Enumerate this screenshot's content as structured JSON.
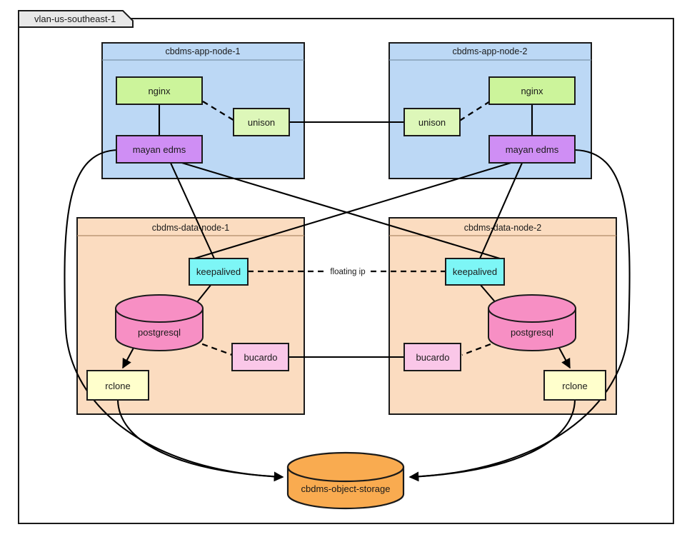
{
  "diagram": {
    "title": "vlan-us-southeast-1",
    "vlan": {
      "label": "vlan-us-southeast-1",
      "tab_fill": "#e8e8e8",
      "border": "#1a1a1a"
    },
    "colors": {
      "app_node_fill": "#bcd8f5",
      "data_node_fill": "#fbdcc0",
      "nginx_fill": "#ccf49b",
      "unison_fill": "#ddf7b9",
      "mayan_fill": "#cf8ef4",
      "keepalived_fill": "#7df6f6",
      "postgresql_fill": "#f78fc4",
      "bucardo_fill": "#fac7e8",
      "rclone_fill": "#ffffcc",
      "object_storage_fill": "#f9ab50",
      "stroke": "#1a1a1a",
      "link": "#000000"
    },
    "groups": [
      {
        "id": "app-node-1",
        "label": "cbdms-app-node-1",
        "kind": "app"
      },
      {
        "id": "app-node-2",
        "label": "cbdms-app-node-2",
        "kind": "app"
      },
      {
        "id": "data-node-1",
        "label": "cbdms-data-node-1",
        "kind": "data"
      },
      {
        "id": "data-node-2",
        "label": "cbdms-data-node-2",
        "kind": "data"
      }
    ],
    "nodes": [
      {
        "id": "nginx-1",
        "label": "nginx",
        "group": "app-node-1",
        "shape": "box"
      },
      {
        "id": "unison-1",
        "label": "unison",
        "group": "app-node-1",
        "shape": "box"
      },
      {
        "id": "mayan-edms-1",
        "label": "mayan edms",
        "group": "app-node-1",
        "shape": "box"
      },
      {
        "id": "nginx-2",
        "label": "nginx",
        "group": "app-node-2",
        "shape": "box"
      },
      {
        "id": "unison-2",
        "label": "unison",
        "group": "app-node-2",
        "shape": "box"
      },
      {
        "id": "mayan-edms-2",
        "label": "mayan edms",
        "group": "app-node-2",
        "shape": "box"
      },
      {
        "id": "keepalived-1",
        "label": "keepalived",
        "group": "data-node-1",
        "shape": "box"
      },
      {
        "id": "postgresql-1",
        "label": "postgresql",
        "group": "data-node-1",
        "shape": "cylinder"
      },
      {
        "id": "bucardo-1",
        "label": "bucardo",
        "group": "data-node-1",
        "shape": "box"
      },
      {
        "id": "rclone-1",
        "label": "rclone",
        "group": "data-node-1",
        "shape": "box"
      },
      {
        "id": "keepalived-2",
        "label": "keepalived",
        "group": "data-node-2",
        "shape": "box"
      },
      {
        "id": "postgresql-2",
        "label": "postgresql",
        "group": "data-node-2",
        "shape": "cylinder"
      },
      {
        "id": "bucardo-2",
        "label": "bucardo",
        "group": "data-node-2",
        "shape": "box"
      },
      {
        "id": "rclone-2",
        "label": "rclone",
        "group": "data-node-2",
        "shape": "box"
      },
      {
        "id": "object-storage",
        "label": "cbdms-object-storage",
        "group": null,
        "shape": "cylinder"
      }
    ],
    "edges": [
      {
        "from": "nginx-1",
        "to": "mayan-edms-1",
        "style": "solid",
        "label": ""
      },
      {
        "from": "nginx-1",
        "to": "unison-1",
        "style": "dashed",
        "label": ""
      },
      {
        "from": "nginx-2",
        "to": "mayan-edms-2",
        "style": "solid",
        "label": ""
      },
      {
        "from": "nginx-2",
        "to": "unison-2",
        "style": "dashed",
        "label": ""
      },
      {
        "from": "unison-1",
        "to": "unison-2",
        "style": "solid",
        "label": ""
      },
      {
        "from": "mayan-edms-1",
        "to": "keepalived-1",
        "style": "solid",
        "label": ""
      },
      {
        "from": "mayan-edms-1",
        "to": "keepalived-2",
        "style": "solid",
        "label": ""
      },
      {
        "from": "mayan-edms-2",
        "to": "keepalived-1",
        "style": "solid",
        "label": ""
      },
      {
        "from": "mayan-edms-2",
        "to": "keepalived-2",
        "style": "solid",
        "label": ""
      },
      {
        "from": "keepalived-1",
        "to": "keepalived-2",
        "style": "dashed",
        "label": "floating ip"
      },
      {
        "from": "keepalived-1",
        "to": "postgresql-1",
        "style": "solid",
        "label": ""
      },
      {
        "from": "keepalived-2",
        "to": "postgresql-2",
        "style": "solid",
        "label": ""
      },
      {
        "from": "postgresql-1",
        "to": "bucardo-1",
        "style": "dashed",
        "label": ""
      },
      {
        "from": "postgresql-2",
        "to": "bucardo-2",
        "style": "dashed",
        "label": ""
      },
      {
        "from": "bucardo-1",
        "to": "bucardo-2",
        "style": "solid",
        "label": ""
      },
      {
        "from": "postgresql-1",
        "to": "rclone-1",
        "style": "arrow",
        "label": ""
      },
      {
        "from": "postgresql-2",
        "to": "rclone-2",
        "style": "arrow",
        "label": ""
      },
      {
        "from": "rclone-1",
        "to": "object-storage",
        "style": "arrow",
        "label": ""
      },
      {
        "from": "rclone-2",
        "to": "object-storage",
        "style": "arrow",
        "label": ""
      },
      {
        "from": "mayan-edms-1",
        "to": "object-storage",
        "style": "arrow",
        "label": ""
      },
      {
        "from": "mayan-edms-2",
        "to": "object-storage",
        "style": "arrow",
        "label": ""
      }
    ],
    "edge_labels": {
      "floating_ip": "floating ip"
    }
  }
}
